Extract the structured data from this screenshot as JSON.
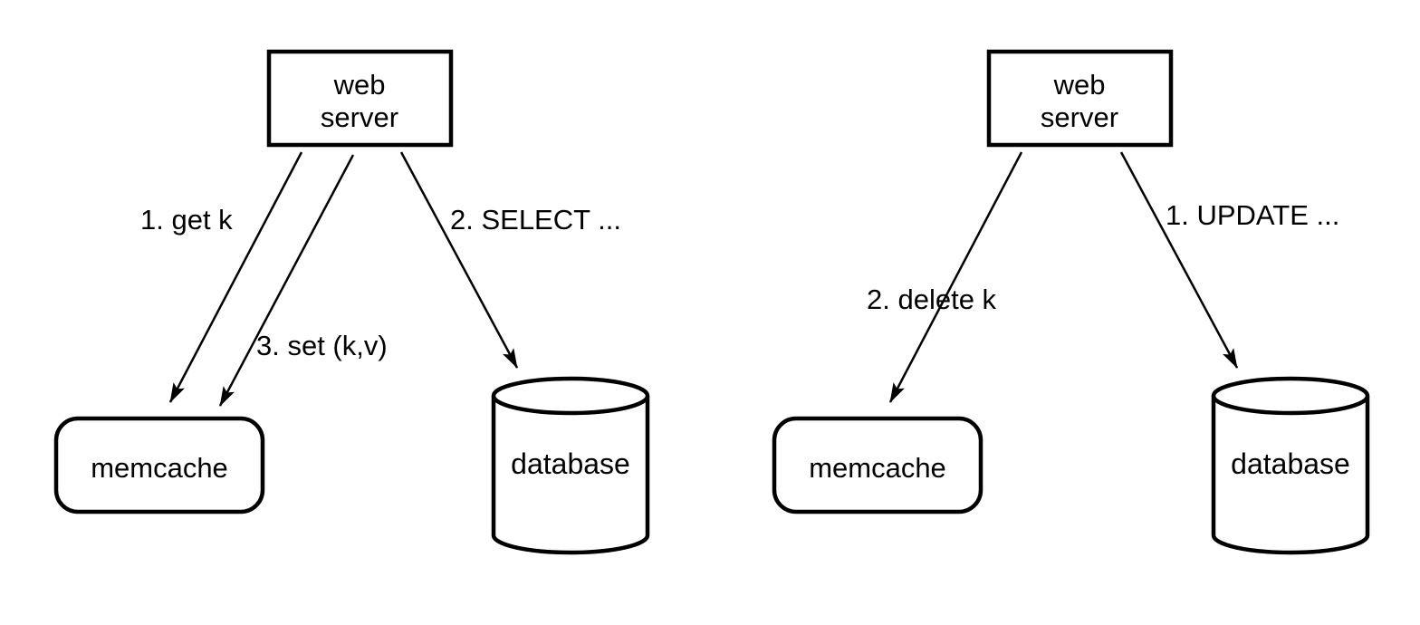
{
  "colors": {
    "stroke": "#000000",
    "background": "#ffffff"
  },
  "left_diagram": {
    "web_server": {
      "line1": "web",
      "line2": "server"
    },
    "memcache_label": "memcache",
    "database_label": "database",
    "arrows": {
      "get": "1. get k",
      "select": "2. SELECT ...",
      "set": "3. set (k,v)"
    }
  },
  "right_diagram": {
    "web_server": {
      "line1": "web",
      "line2": "server"
    },
    "memcache_label": "memcache",
    "database_label": "database",
    "arrows": {
      "update": "1. UPDATE ...",
      "delete": "2. delete k"
    }
  }
}
